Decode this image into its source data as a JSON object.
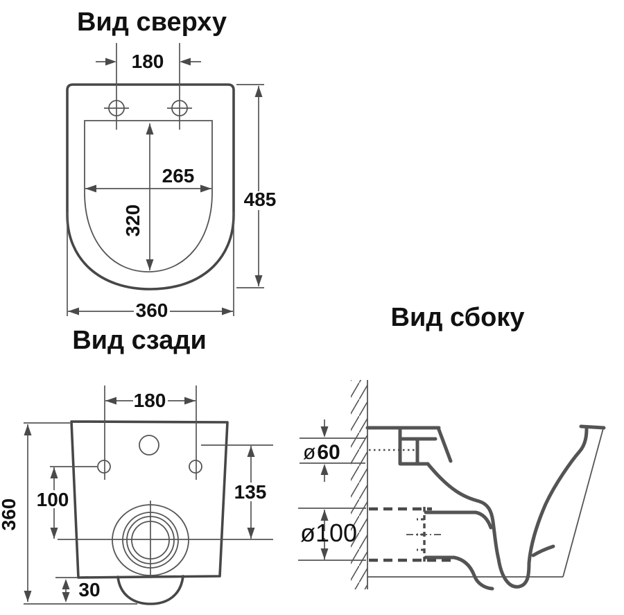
{
  "drawing": {
    "background": "#ffffff",
    "line_color": "#4a4a4a",
    "dim_line_color": "#555555",
    "text_color": "#111111"
  },
  "views": {
    "top": {
      "title": "Вид сверху",
      "dimensions": {
        "mounting_hole_spacing": "180",
        "inner_rim_width": "265",
        "inner_rim_depth": "320",
        "overall_depth": "485",
        "overall_width": "360"
      }
    },
    "rear": {
      "title": "Вид сзади",
      "dimensions": {
        "mounting_hole_spacing": "180",
        "holes_to_outlet_axis": "100",
        "inlet_to_outlet_axis": "135",
        "overall_height": "360",
        "bottom_clearance": "30"
      }
    },
    "side": {
      "title": "Вид сбоку",
      "dimensions": {
        "inlet_diameter_symbol": "ø",
        "inlet_diameter_value": "60",
        "outlet_diameter": "ø100"
      }
    }
  }
}
